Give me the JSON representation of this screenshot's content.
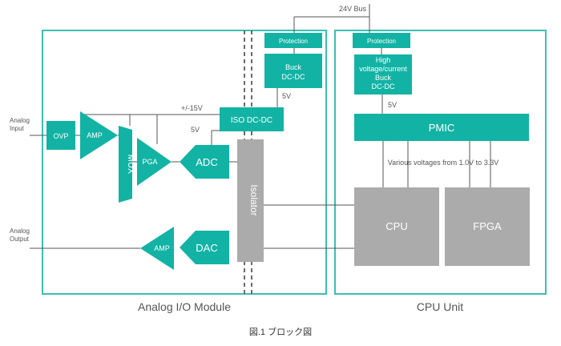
{
  "colors": {
    "teal": "#12b3a4",
    "gray": "#ababab",
    "line": "#555555",
    "frame": "#3cbfb1",
    "text": "#444444",
    "white": "#ffffff"
  },
  "bus": {
    "label": "24V Bus"
  },
  "modules": {
    "analog": {
      "title": "Analog I/O Module"
    },
    "cpu": {
      "title": "CPU Unit"
    }
  },
  "io": {
    "analog_input": [
      "Analog",
      "Input"
    ],
    "analog_output": [
      "Analog",
      "Output"
    ]
  },
  "blocks": {
    "ovp": "OVP",
    "amp_in": "AMP",
    "mux": "MUX",
    "pga": "PGA",
    "adc": "ADC",
    "dac": "DAC",
    "amp_out": "AMP",
    "iso_dcdc": "ISO DC-DC",
    "isolator": "Isolator",
    "protection_left": "Protection",
    "buck_left": [
      "Buck",
      "DC-DC"
    ],
    "protection_right": "Protection",
    "buck_right": [
      "High",
      "voltage/current",
      "Buck",
      "DC-DC"
    ],
    "pmic": "PMIC",
    "cpu": "CPU",
    "fpga": "FPGA"
  },
  "rails": {
    "left_5v": "5V",
    "right_5v": "5V",
    "pm15v": "+/-15V",
    "adc_5v": "5V",
    "various": "Various voltages from 1.0V to 3.3V"
  },
  "caption": "図.1 ブロック図"
}
